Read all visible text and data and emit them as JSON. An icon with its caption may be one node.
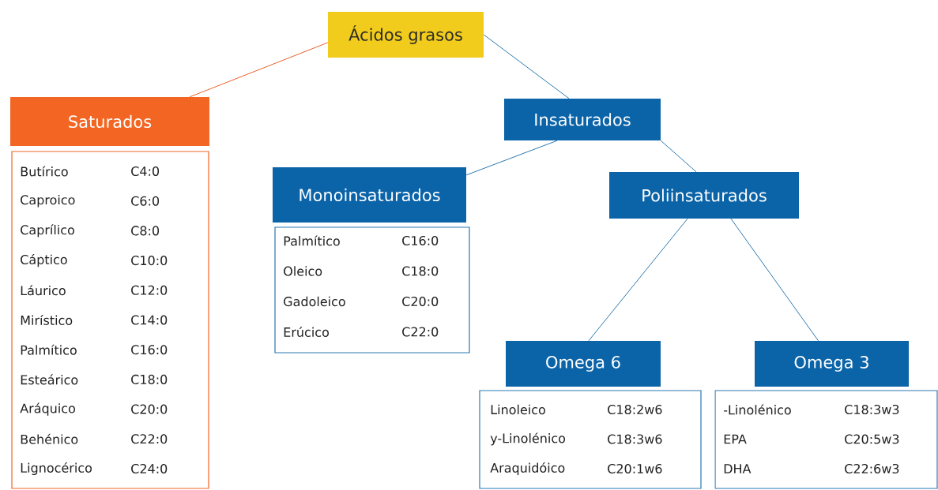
{
  "diagram": {
    "nodes": [
      {
        "text": [
          "Ácidos grasos"
        ]
      },
      {
        "text": [
          "Saturados"
        ]
      },
      {
        "text": [
          "Butírico",
          "C4:0",
          "Caproico",
          "C6:0",
          "Caprílico",
          "C8:0",
          "Cáptico",
          "C10:0",
          "Láurico",
          "C12:0",
          "Mirístico",
          "C14:0",
          "Palmítico",
          "C16:0",
          "Esteárico",
          "C18:0",
          "Aráquico",
          "C20:0",
          "Behénico",
          "C22:0",
          "Lignocérico",
          "C24:0"
        ]
      },
      {
        "text": [
          "Insaturados"
        ]
      },
      {
        "text": [
          "Monoinsaturados"
        ]
      },
      {
        "text": [
          "Palmítico",
          "C16:0",
          "Oleico",
          "C18:0",
          "Gadoleico",
          "C20:0",
          "Erúcico",
          "C22:0"
        ]
      },
      {
        "text": [
          "Poliinsaturados"
        ]
      },
      {
        "text": [
          "Omega 6"
        ]
      },
      {
        "text": [
          "Linoleico",
          "C18:2w6",
          "y-Linolénico",
          "C18:3w6",
          "Araquidóico",
          "C20:1w6"
        ]
      },
      {
        "text": [
          "Omega 3"
        ]
      },
      {
        "text": [
          "-Linolénico",
          "C18:3w3",
          "EPA",
          "C20:5w3",
          "DHA",
          "C22:6w3"
        ]
      }
    ],
    "edges": [
      {
        "from": 0,
        "to": 1,
        "arrow": "none",
        "color": "#e8602a"
      },
      {
        "from": 0,
        "to": 3,
        "arrow": "none"
      },
      {
        "from": 3,
        "to": 4,
        "arrow": "none"
      },
      {
        "from": 3,
        "to": 6,
        "arrow": "none"
      },
      {
        "from": 6,
        "to": 7,
        "arrow": "none"
      },
      {
        "from": 6,
        "to": 9,
        "arrow": "none"
      }
    ]
  }
}
